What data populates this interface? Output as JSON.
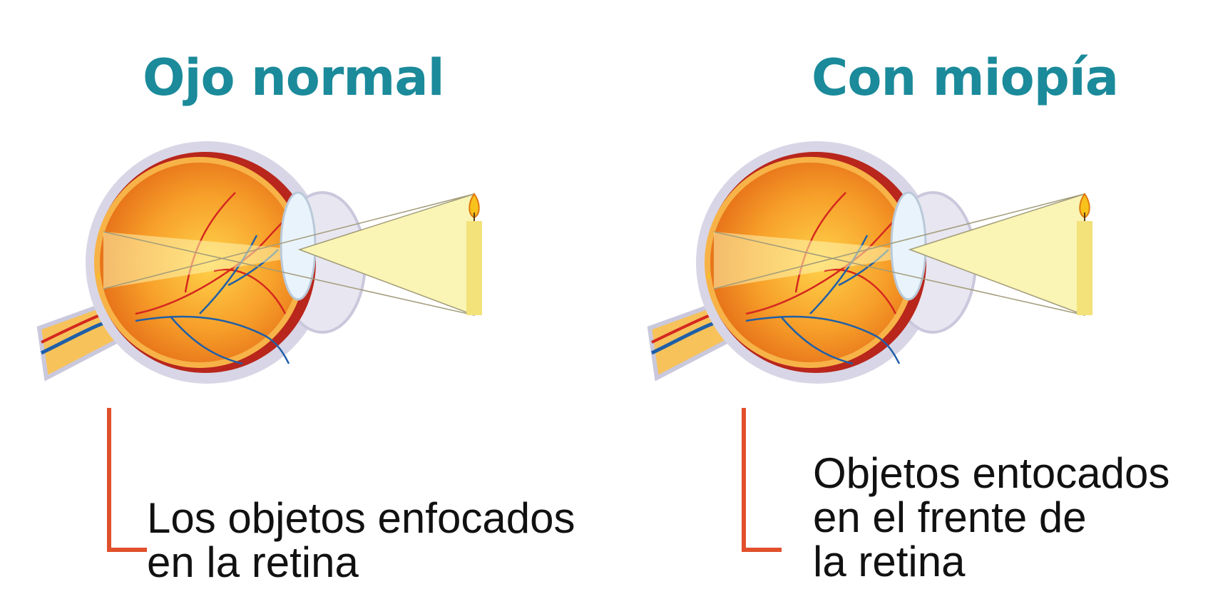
{
  "left_panel": {
    "title": "Ojo normal",
    "caption_lines": [
      "Los objetos enfocados",
      "en la retina"
    ]
  },
  "right_panel": {
    "title": "Con miopía",
    "caption_lines": [
      "Objetos entocados",
      "en el frente de",
      "la retina"
    ]
  },
  "colors": {
    "title": "#1b8a9a",
    "bracket": "#e0502c",
    "eyeball": "#f07d1e",
    "light_cone": "#faf5b4",
    "vein": "#1f5fa8",
    "artery": "#d4281f"
  }
}
